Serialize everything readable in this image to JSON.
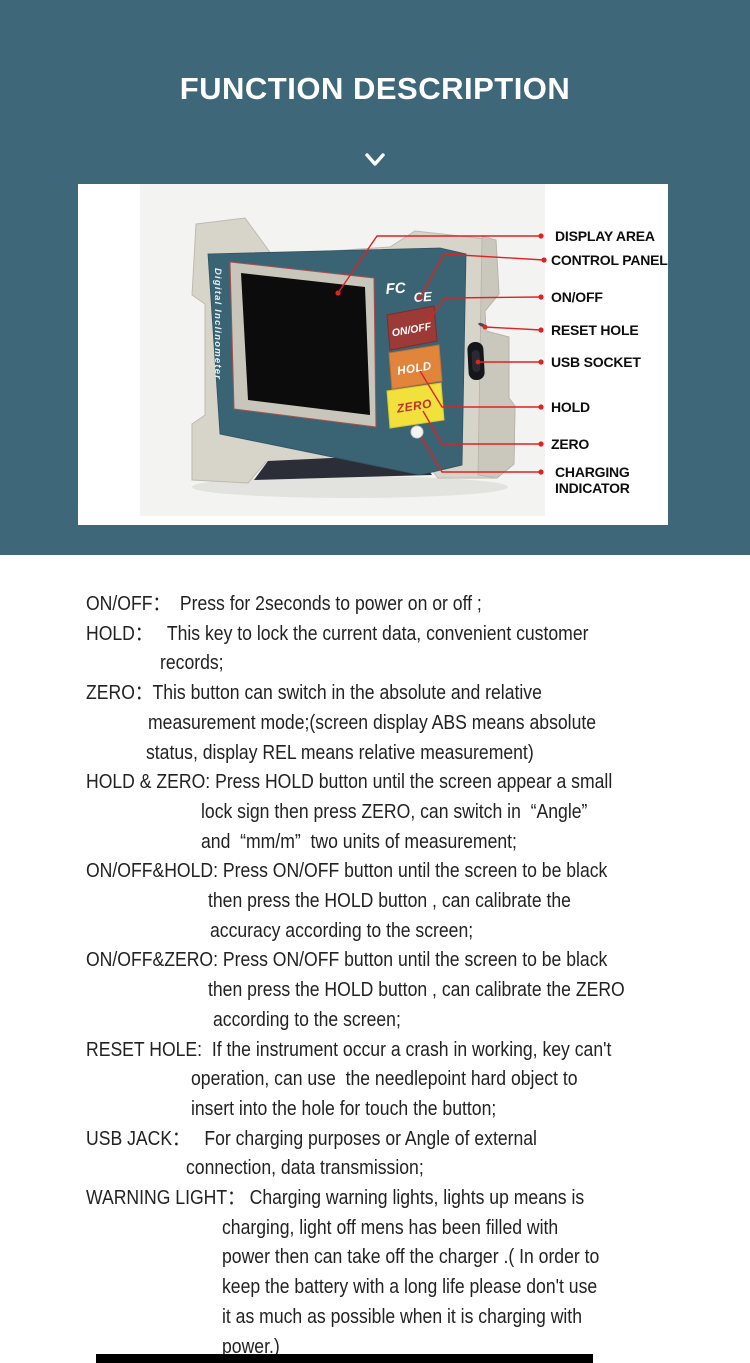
{
  "colors": {
    "hero_bg": "#3e6779",
    "accent_red": "#e02222",
    "button_onoff_bg": "#9c3a38",
    "button_hold_bg": "#e1853c",
    "button_zero_bg": "#f1e13c",
    "button_zero_fg": "#c23030"
  },
  "header": {
    "title": "FUNCTION DESCRIPTION"
  },
  "figure": {
    "device": {
      "side_label": "Digital Inclinometer",
      "logos": [
        "FC",
        "CE"
      ],
      "buttons": [
        {
          "label": "ON/OFF"
        },
        {
          "label": "HOLD"
        },
        {
          "label": "ZERO"
        }
      ]
    },
    "callouts": [
      "DISPLAY AREA",
      "CONTROL PANEL",
      "ON/OFF",
      "RESET HOLE",
      "USB SOCKET",
      "HOLD",
      "ZERO",
      "CHARGING\nINDICATOR"
    ]
  },
  "description": {
    "lines": [
      {
        "text": "ON/OFF：  Press for 2seconds to power on or off ;",
        "indent": 86
      },
      {
        "text": "HOLD：   This key to lock the current data, convenient customer",
        "indent": 86
      },
      {
        "text": "records;",
        "indent": 160
      },
      {
        "text": "ZERO：This button can switch in the absolute and relative",
        "indent": 86
      },
      {
        "text": "measurement mode;(screen display ABS means absolute",
        "indent": 148
      },
      {
        "text": "status, display REL means relative measurement)",
        "indent": 146
      },
      {
        "text": "HOLD & ZERO: Press HOLD button until the screen appear a small",
        "indent": 86
      },
      {
        "text": "lock sign then press ZERO, can switch in  “Angle”",
        "indent": 201
      },
      {
        "text": "and  “mm/m”  two units of measurement;",
        "indent": 201
      },
      {
        "text": "ON/OFF&HOLD: Press ON/OFF button until the screen to be black",
        "indent": 86
      },
      {
        "text": "then press the HOLD button , can calibrate the",
        "indent": 208
      },
      {
        "text": "accuracy according to the screen;",
        "indent": 210
      },
      {
        "text": "ON/OFF&ZERO: Press ON/OFF button until the screen to be black",
        "indent": 86
      },
      {
        "text": "then press the HOLD button , can calibrate the ZERO",
        "indent": 208
      },
      {
        "text": "according to the screen;",
        "indent": 213
      },
      {
        "text": "RESET HOLE:  If the instrument occur a crash in working, key can't",
        "indent": 86
      },
      {
        "text": "operation, can use  the needlepoint hard object to",
        "indent": 191
      },
      {
        "text": "insert into the hole for touch the button;",
        "indent": 191
      },
      {
        "text": "USB JACK：   For charging purposes or Angle of external",
        "indent": 86
      },
      {
        "text": "connection, data transmission;",
        "indent": 186
      },
      {
        "text": "WARNING LIGHT： Charging warning lights, lights up means is",
        "indent": 86
      },
      {
        "text": "charging, light off mens has been filled with",
        "indent": 222
      },
      {
        "text": "power then can take off the charger .( In order to",
        "indent": 222
      },
      {
        "text": "keep the battery with a long life please don't use",
        "indent": 222
      },
      {
        "text": "it as much as possible when it is charging with",
        "indent": 222
      },
      {
        "text": "power.)",
        "indent": 222
      }
    ]
  }
}
